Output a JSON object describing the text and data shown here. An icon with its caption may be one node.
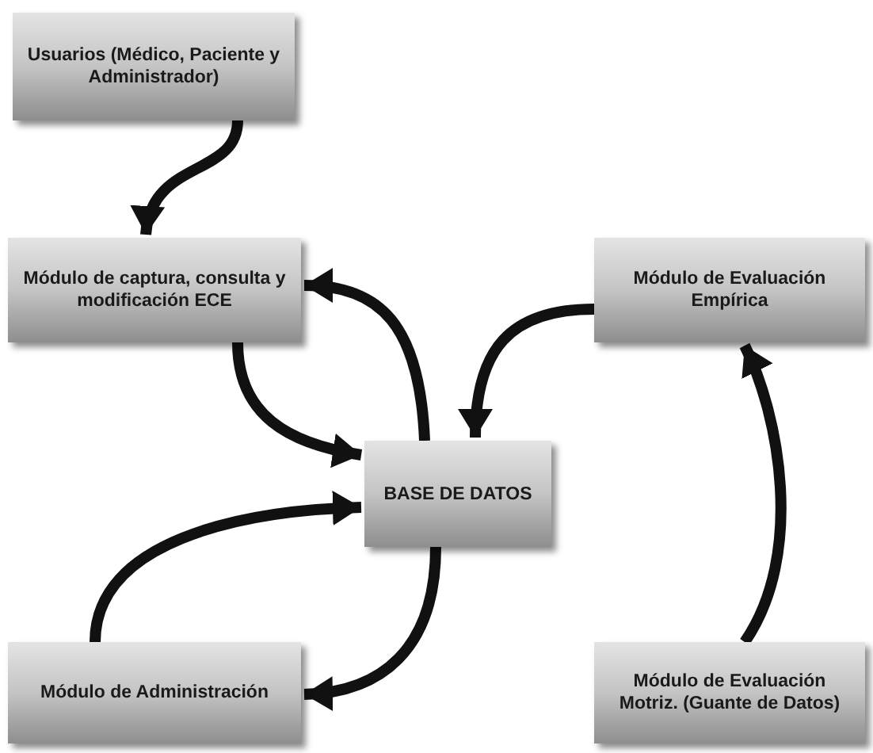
{
  "diagram": {
    "nodes": [
      {
        "text": [
          "Usuarios (Médico, Paciente y Administrador)"
        ]
      },
      {
        "text": [
          "Módulo de captura, consulta y modificación ECE"
        ]
      },
      {
        "text": [
          "Módulo de Evaluación Empírica"
        ]
      },
      {
        "text": [
          "BASE DE DATOS"
        ]
      },
      {
        "text": [
          "Módulo de Administración"
        ]
      },
      {
        "text": [
          "Módulo de Evaluación Motriz. (Guante de Datos)"
        ]
      }
    ],
    "edges": [
      {
        "from": 0,
        "to": 1,
        "arrow": "to"
      },
      {
        "from": 3,
        "to": 1,
        "arrow": "to"
      },
      {
        "from": 1,
        "to": 3,
        "arrow": "to"
      },
      {
        "from": 2,
        "to": 3,
        "arrow": "to"
      },
      {
        "from": 4,
        "to": 3,
        "arrow": "to"
      },
      {
        "from": 3,
        "to": 4,
        "arrow": "to"
      },
      {
        "from": 5,
        "to": 2,
        "arrow": "to"
      }
    ]
  }
}
